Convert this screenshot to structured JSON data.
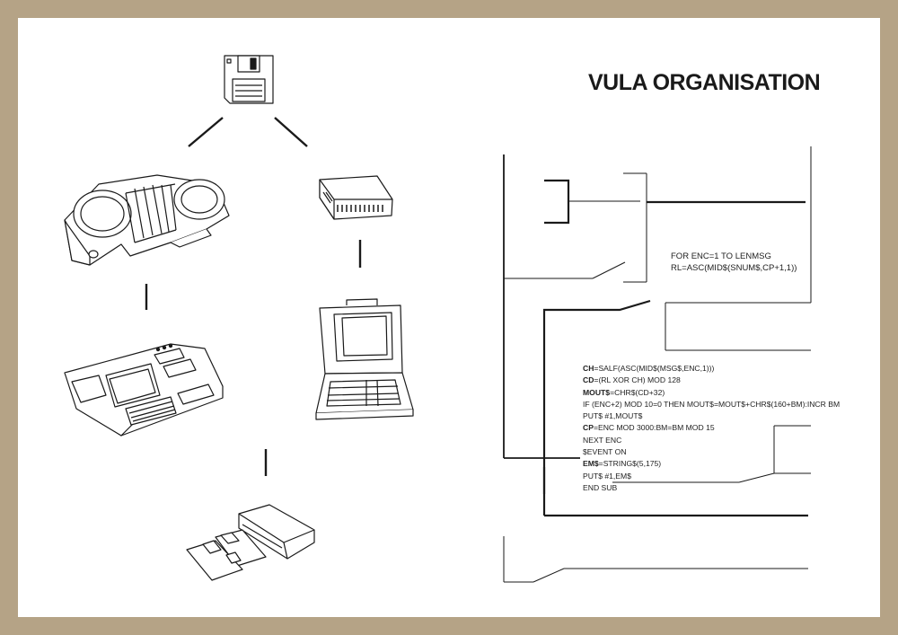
{
  "title": "VULA ORGANISATION",
  "code_top": [
    "FOR ENC=1 TO LENMSG",
    " RL=ASC(MID$(SNUM$,CP+1,1))"
  ],
  "code_main": [
    {
      "kw": "CH",
      "rest": "=SALF(ASC(MID$(MSG$,ENC,1)))"
    },
    {
      "kw": "CD",
      "rest": "=(RL XOR CH) MOD 128"
    },
    {
      "kw": " MOUT$",
      "rest": "=CHR$(CD+32)"
    },
    {
      "kw": "",
      "rest": "IF (ENC+2) MOD 10=0 THEN MOUT$=MOUT$+CHR$(160+BM):INCR BM"
    },
    {
      "kw": "",
      "rest": "PUT$ #1,MOUT$"
    },
    {
      "kw": "CP",
      "rest": "=ENC MOD 3000:BM=BM MOD 15"
    },
    {
      "kw": "",
      "rest": "NEXT ENC"
    },
    {
      "kw": "",
      "rest": "$EVENT ON"
    },
    {
      "kw": "EM$",
      "rest": "=STRING$(5,175)"
    },
    {
      "kw": "",
      "rest": "PUT$ #1,EM$"
    },
    {
      "kw": "",
      "rest": "END SUB"
    }
  ],
  "devices": [
    "floppy-disk",
    "acoustic-coupler",
    "modem",
    "desktop-computer",
    "laptop-computer",
    "disk-drive-with-diskettes"
  ],
  "colors": {
    "frame": "#b5a386",
    "paper": "#ffffff",
    "ink": "#1a1a1a"
  }
}
